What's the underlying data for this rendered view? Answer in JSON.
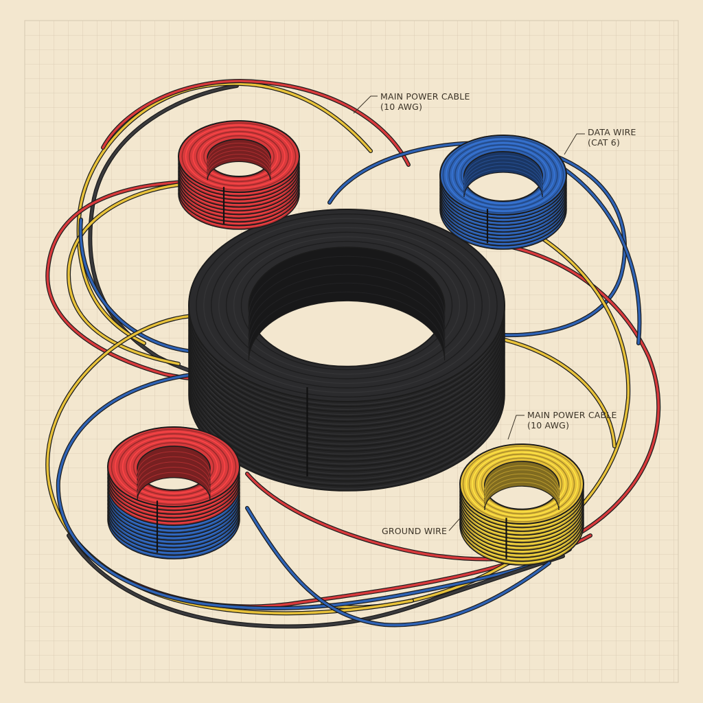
{
  "colors": {
    "paper": "#f3e7cf",
    "grid": "#d6c8b0",
    "black": "#2b2b2d",
    "red": "#d83a3c",
    "blue": "#2f63b5",
    "yellow": "#e8c23a",
    "outline": "#1c1c1c"
  },
  "labels": {
    "main_power_top": {
      "line1": "MAIN POWER CABLE",
      "line2": "(10 AWG)"
    },
    "data_wire": {
      "line1": "DATA WIRE",
      "line2": "(CAT 6)"
    },
    "main_power_right": {
      "line1": "MAIN POWER CABLE",
      "line2": "(10 AWG)"
    },
    "ground_wire": {
      "line1": "GROUND WIRE"
    }
  },
  "coils": [
    {
      "name": "large-black-coil",
      "color": "black"
    },
    {
      "name": "red-coil",
      "color": "red"
    },
    {
      "name": "blue-coil",
      "color": "blue"
    },
    {
      "name": "red-blue-coil",
      "colors": [
        "red",
        "blue"
      ]
    },
    {
      "name": "yellow-coil",
      "color": "yellow"
    }
  ]
}
